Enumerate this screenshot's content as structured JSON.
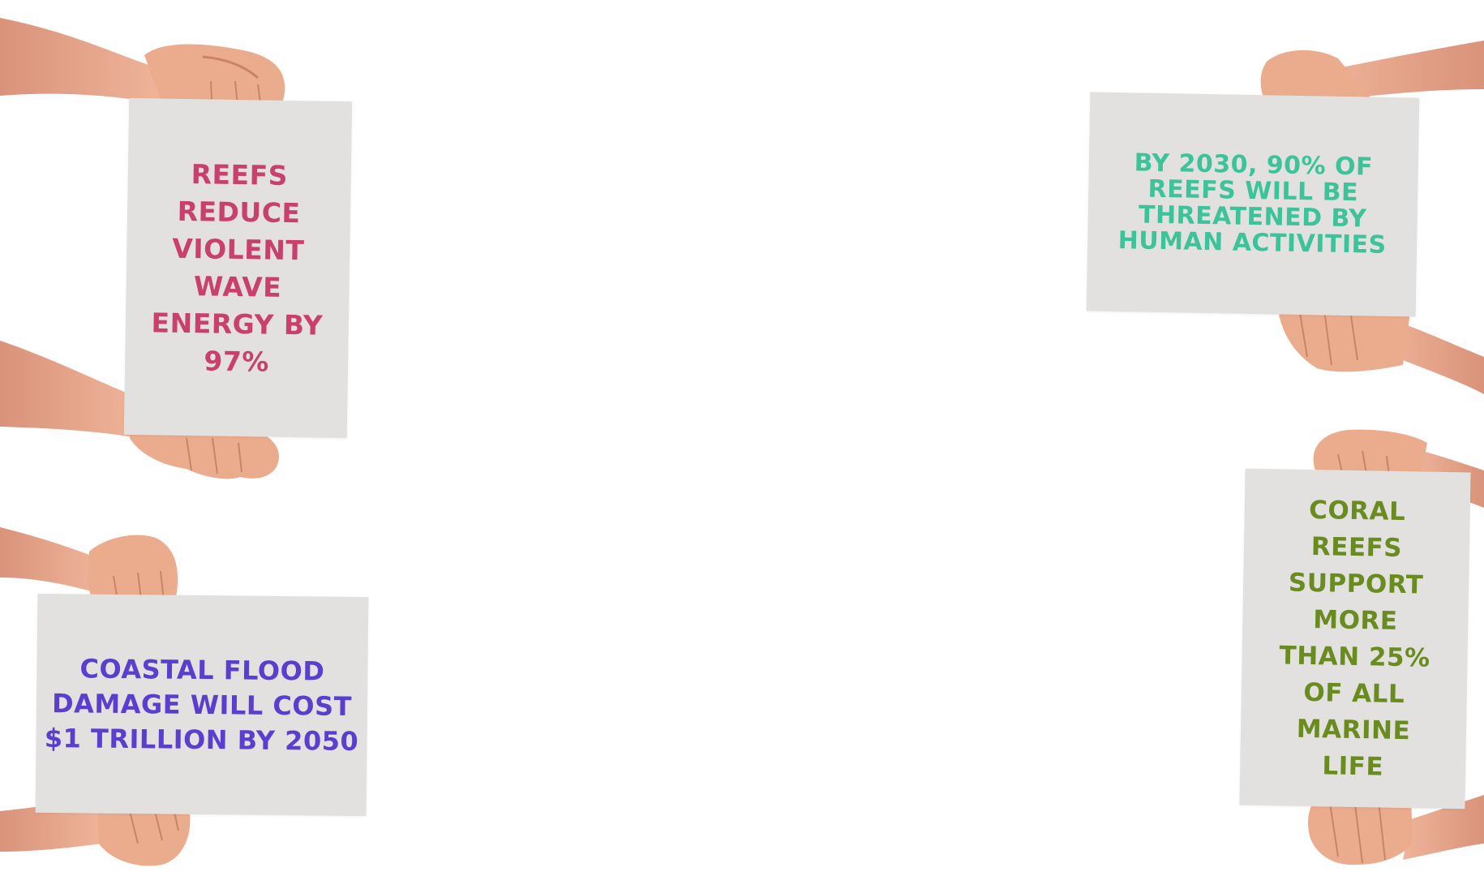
{
  "signs": [
    {
      "text": "REEFS\nREDUCE\nVIOLENT\nWAVE\nENERGY BY\n97%",
      "color": "#c93f6e"
    },
    {
      "text": "BY 2030, 90% OF\nREEFS WILL BE\nTHREATENED BY\nHUMAN ACTIVITIES",
      "color": "#3cc39a"
    },
    {
      "text": "COASTAL FLOOD\nDAMAGE WILL COST\n$1 TRILLION BY 2050",
      "color": "#5a3fcf"
    },
    {
      "text": "CORAL\nREEFS\nSUPPORT\nMORE\nTHAN 25%\nOF ALL\nMARINE\nLIFE",
      "color": "#6a8c1f"
    }
  ],
  "colors": {
    "skin": "#e9a98a",
    "skin_shadow": "#c98468",
    "paper": "#e3e0e0"
  }
}
